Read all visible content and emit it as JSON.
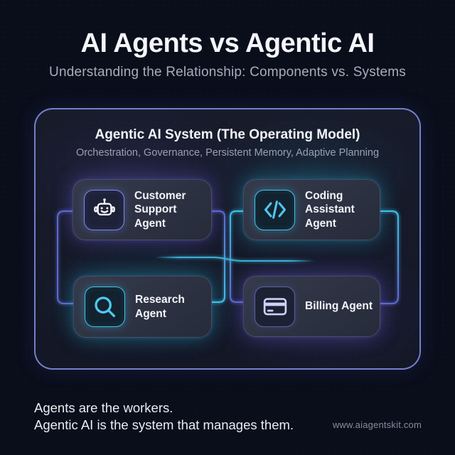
{
  "header": {
    "title": "AI Agents vs Agentic AI",
    "subtitle": "Understanding the Relationship: Components vs. Systems"
  },
  "panel": {
    "heading": "Agentic AI System (The Operating Model)",
    "subheading": "Orchestration, Governance, Persistent Memory, Adaptive Planning",
    "agents": [
      {
        "label": "Customer Support Agent",
        "icon": "robot-icon"
      },
      {
        "label": "Coding Assistant Agent",
        "icon": "code-icon"
      },
      {
        "label": "Research Agent",
        "icon": "magnifier-icon"
      },
      {
        "label": "Billing Agent",
        "icon": "credit-card-icon"
      }
    ]
  },
  "footer": {
    "line1": "Agents are the workers.",
    "line2": "Agentic AI is the system that manages them.",
    "website": "www.aiagentskit.com"
  },
  "colors": {
    "background": "#0a0e1b",
    "panel_border": "#8891e8",
    "card_background": "#2e3443",
    "accent_purple": "#7d87f2",
    "accent_cyan": "#3ec3ee",
    "connector_purple": "#5c67ce",
    "connector_cyan": "#3fc3e8",
    "icon_white": "#ffffff",
    "icon_lavender": "#ccd3f6",
    "title_color": "#f5f6fa",
    "muted_color": "#9aa2b4"
  }
}
